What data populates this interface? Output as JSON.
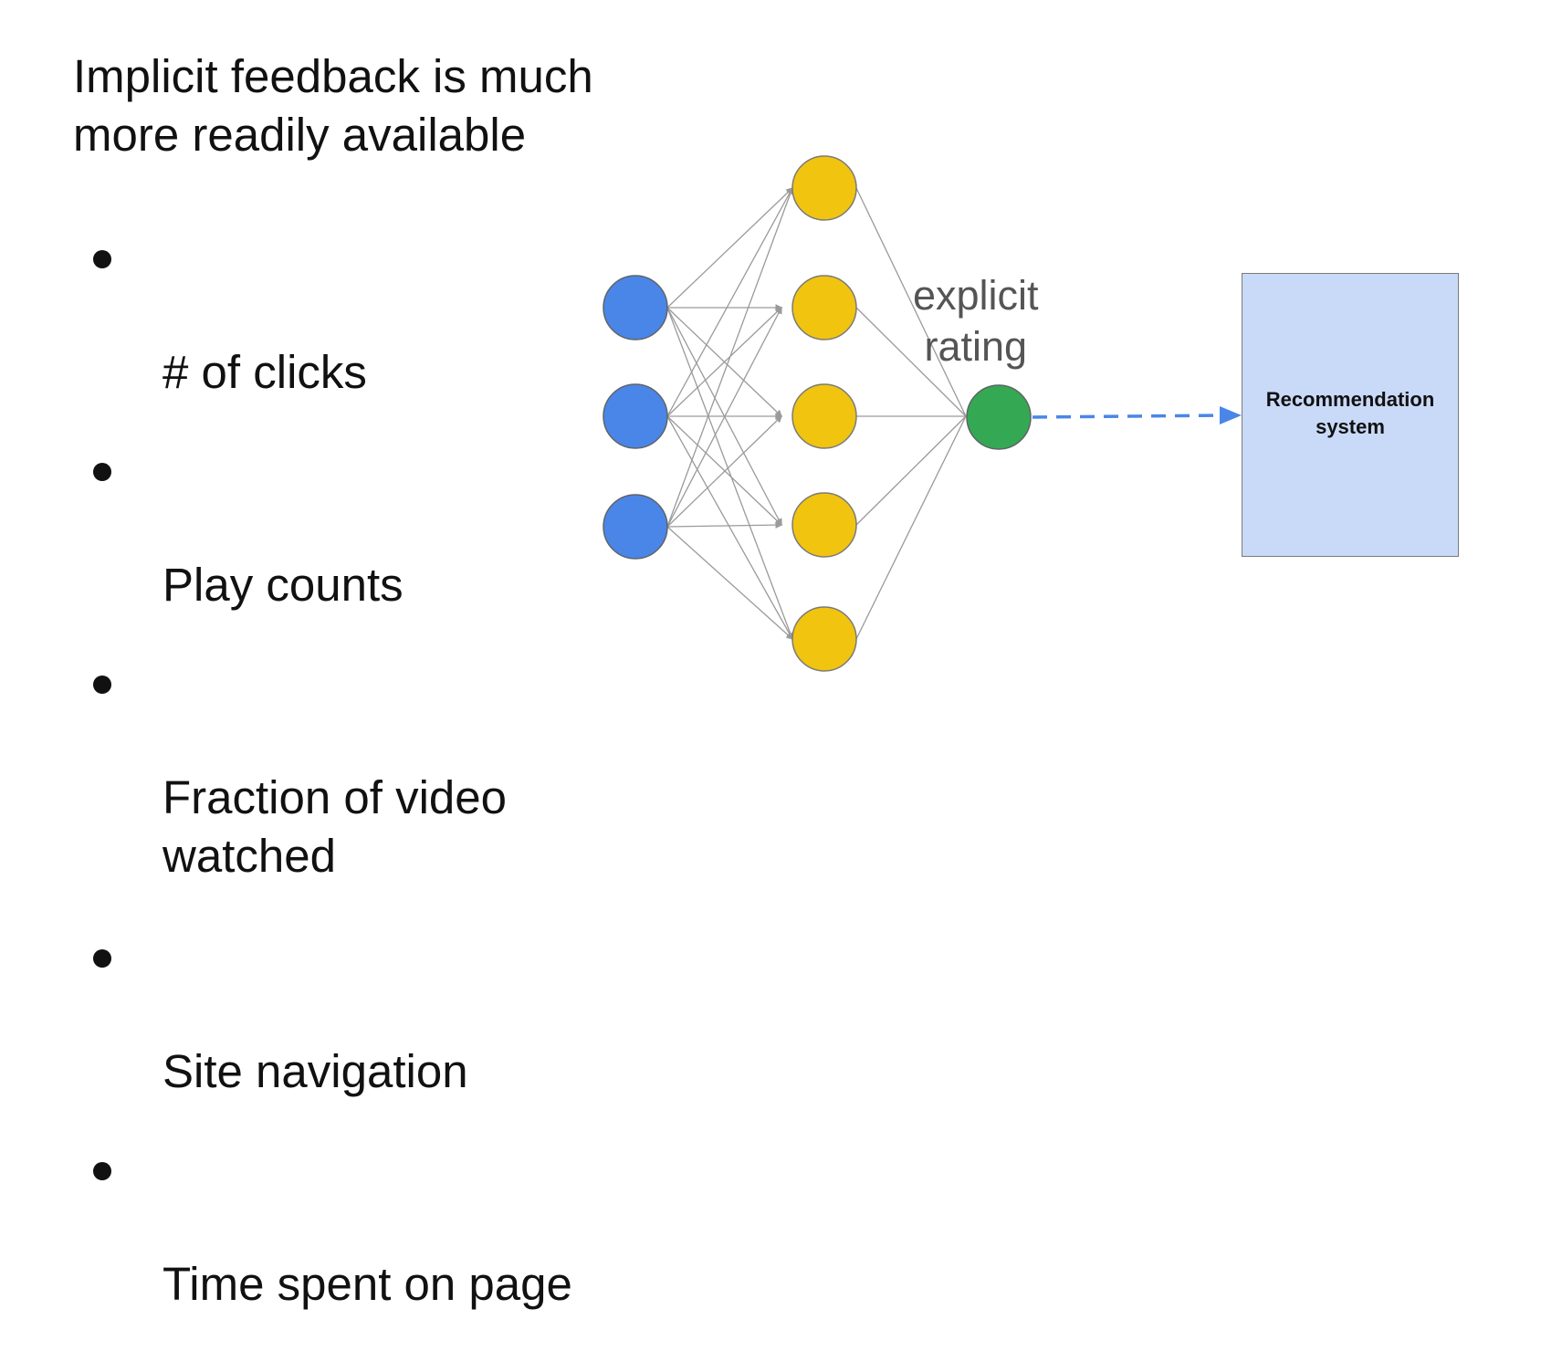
{
  "title": "Implicit feedback is much\nmore readily available",
  "bullets": [
    "# of clicks",
    "Play counts",
    "Fraction of video\nwatched",
    "Site navigation",
    "Time spent on page"
  ],
  "diagram": {
    "output_label": "explicit\nrating",
    "box_label": "Recommendation\nsystem",
    "colors": {
      "input_node": "#4a86e8",
      "hidden_node": "#f1c40f",
      "output_node": "#34a853",
      "arrow": "#4a86e8",
      "box_fill": "#c9daf8"
    }
  }
}
